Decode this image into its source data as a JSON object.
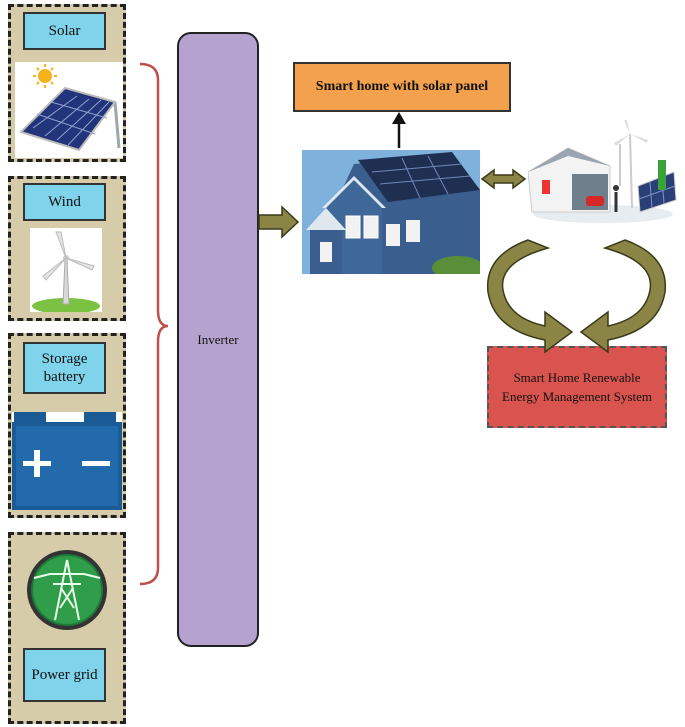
{
  "sources": [
    {
      "label": "Solar",
      "icon": "solar-panel-icon"
    },
    {
      "label": "Wind",
      "icon": "wind-turbine-icon"
    },
    {
      "label": "Storage battery",
      "icon": "battery-icon"
    },
    {
      "label": "Power grid",
      "icon": "power-grid-icon"
    }
  ],
  "inverter": {
    "label": "Inverter"
  },
  "smart_home": {
    "label": "Smart home with solar panel",
    "icon": "house-solar-icon"
  },
  "ems": {
    "label": "Smart Home Renewable Energy Management System",
    "icon": "renewable-home-icon"
  },
  "battery_symbols": {
    "plus": "+",
    "minus": "−"
  },
  "colors": {
    "source_box": "#d6ccaa",
    "label_box": "#7fd3ea",
    "inverter": "#b5a2cf",
    "home_box": "#f4a14e",
    "ems_box": "#d9534f",
    "arrows": "#8a8545",
    "brace": "#c0504d"
  }
}
